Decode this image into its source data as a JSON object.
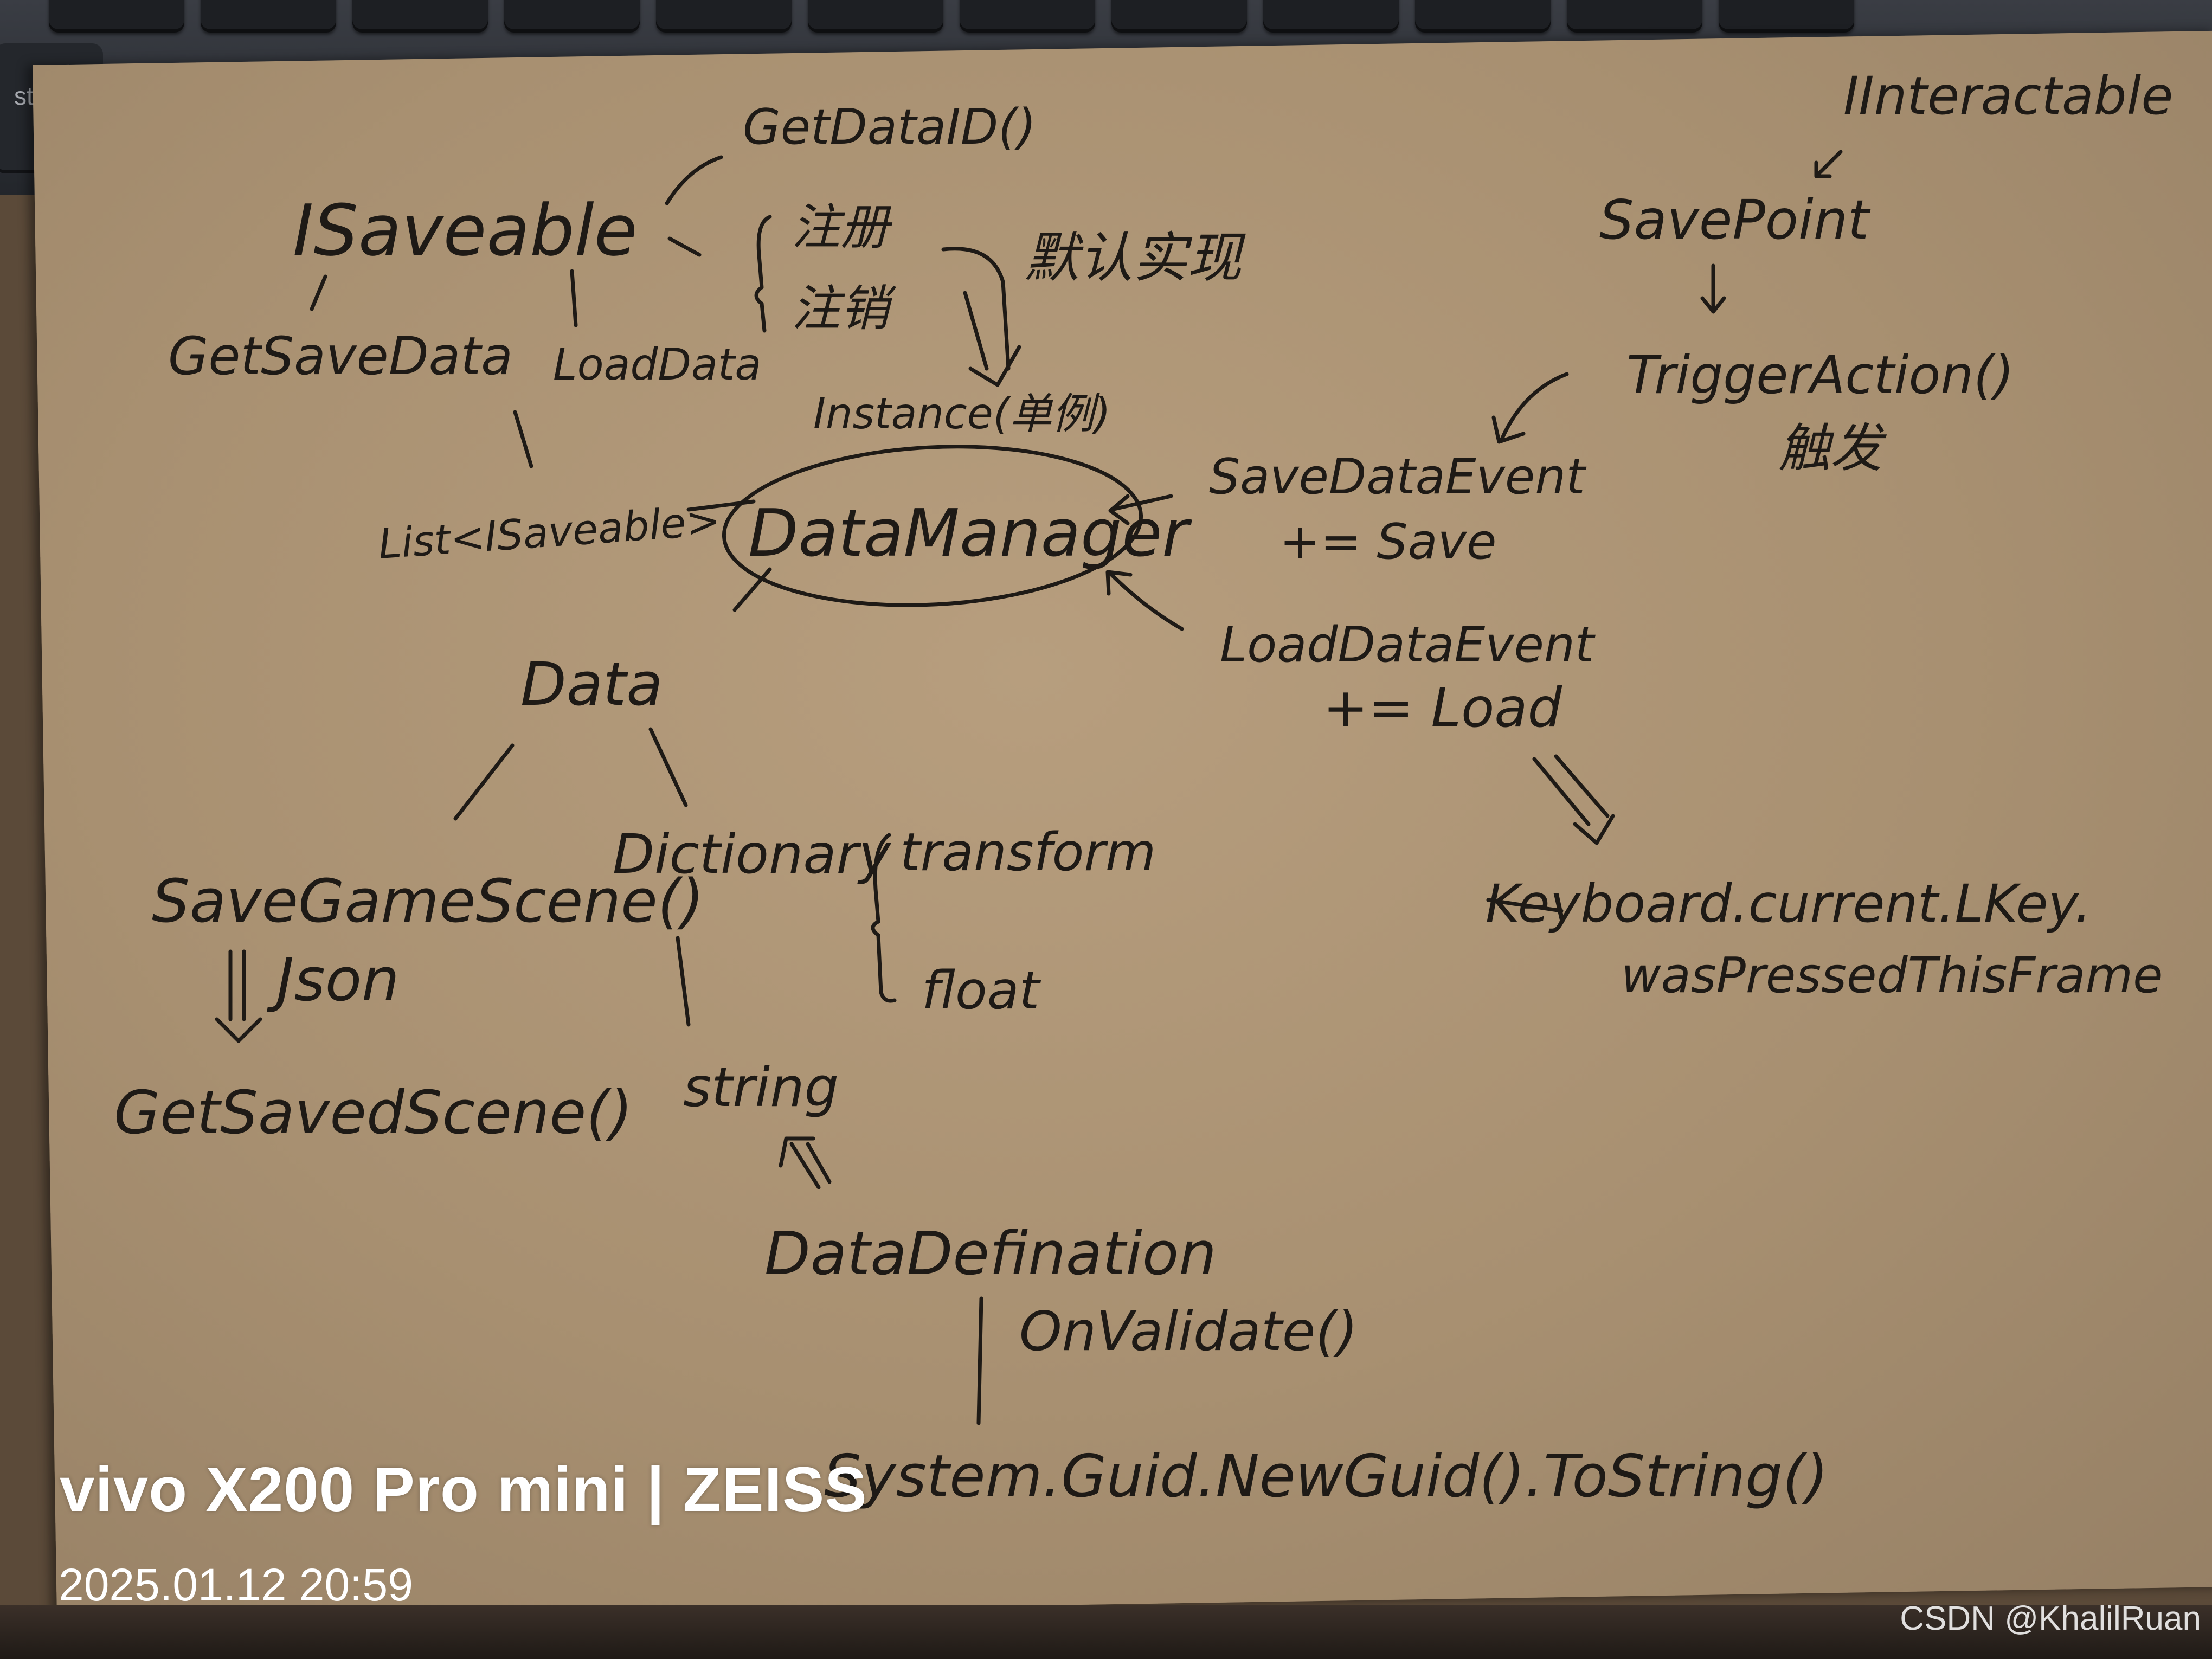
{
  "keyboard": {
    "start_key": "start"
  },
  "diagram": {
    "isaveable": "ISaveable",
    "get_data_id": "GetDataID()",
    "register": "注册",
    "unregister": "注销",
    "default_impl": "默认实现",
    "get_save_data": "GetSaveData",
    "load_data": "LoadData",
    "instance": "Instance(单例)",
    "list_isaveable": "List<ISaveable>",
    "data_manager": "DataManager",
    "data": "Data",
    "save_game_scene": "SaveGameScene()",
    "json": "Json",
    "get_saved_scene": "GetSavedScene()",
    "dictionary": "Dictionary",
    "transform": "transform",
    "float": "float",
    "string": "string",
    "data_definition": "DataDefination",
    "on_validate": "OnValidate()",
    "guid": "System.Guid.NewGuid().ToString()",
    "iinteractable": "IInteractable",
    "save_point": "SavePoint",
    "trigger_action": "TriggerAction()",
    "trigger": "触发",
    "save_data_event": "SaveDataEvent",
    "plus_save": "+= Save",
    "load_data_event": "LoadDataEvent",
    "plus_load": "+= Load",
    "keyboard_line1": "Keyboard.current.LKey.",
    "keyboard_line2": "wasPressedThisFrame"
  },
  "watermark": {
    "brand": "vivo X200 Pro mini | ZEISS",
    "timestamp": "2025.01.12 20:59",
    "csdn": "CSDN @KhalilRuan"
  }
}
